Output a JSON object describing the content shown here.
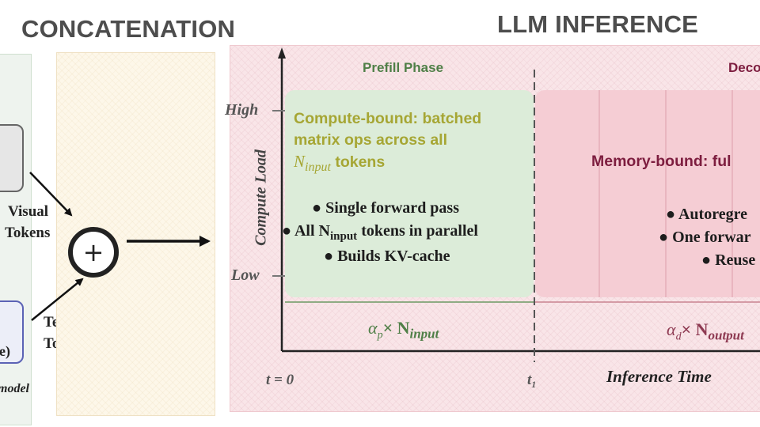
{
  "headers": {
    "concatenation": "CONCATENATION",
    "llm_inference": "LLM INFERENCE"
  },
  "left": {
    "visual_tokens_line1": "Visual",
    "visual_tokens_line2": "Tokens",
    "text_tokens_line1": "Text",
    "text_tokens_line2": "Tokens",
    "box_text_partial": "e)",
    "model_label_partial": "model",
    "plus_symbol": "+"
  },
  "chart": {
    "y_axis_label": "Compute Load",
    "y_high": "High",
    "y_low": "Low",
    "x_axis_label": "Inference Time",
    "x_start": "t = 0",
    "x_t1": "t₁"
  },
  "prefill": {
    "title": "Prefill Phase",
    "desc_line1": "Compute-bound: batched",
    "desc_line2": "matrix ops across all",
    "desc_n": "N",
    "desc_sub": "input",
    "desc_tail": " tokens",
    "bullet1": "Single forward pass",
    "bullet2_pre": "All N",
    "bullet2_sub": "input",
    "bullet2_post": " tokens in parallel",
    "bullet3": "Builds KV-cache",
    "formula_alpha": "α",
    "formula_alpha_sub": "p",
    "formula_times": "× N",
    "formula_sub": "input"
  },
  "decode": {
    "title_partial": "Deco",
    "desc_partial": "Memory-bound: ful",
    "bullet1_partial": "Autoregre",
    "bullet2_partial": "One forwar",
    "bullet3_partial": "Reuse",
    "formula_alpha": "α",
    "formula_alpha_sub": "d",
    "formula_times": "× N",
    "formula_sub": "output"
  },
  "colors": {
    "prefill_green": "#4f7f47",
    "prefill_text": "#a6a634",
    "decode_dark": "#7d1d3f",
    "decode_pink": "#f5cdd4",
    "header_gray": "#4d4d4d"
  }
}
